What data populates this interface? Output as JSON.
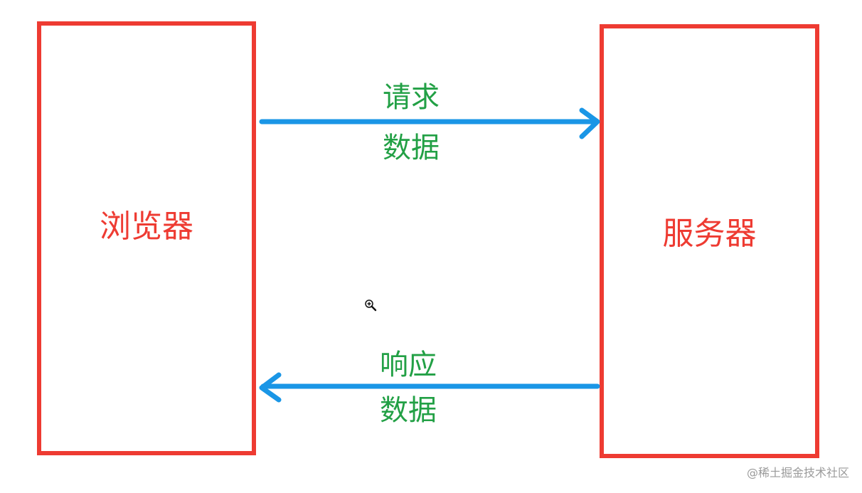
{
  "diagram": {
    "left_node": {
      "label": "浏览器"
    },
    "right_node": {
      "label": "服务器"
    },
    "request": {
      "line1": "请求",
      "line2": "数据",
      "direction": "left-to-right"
    },
    "response": {
      "line1": "响应",
      "line2": "数据",
      "direction": "right-to-left"
    }
  },
  "watermark": "@稀土掘金技术社区",
  "colors": {
    "box_border": "#ee3b32",
    "box_text": "#ee3b32",
    "arrow": "#1a96e6",
    "flow_text": "#22a045",
    "watermark": "#9a9a9a"
  },
  "icons": {
    "cursor": "zoom-in-icon"
  }
}
